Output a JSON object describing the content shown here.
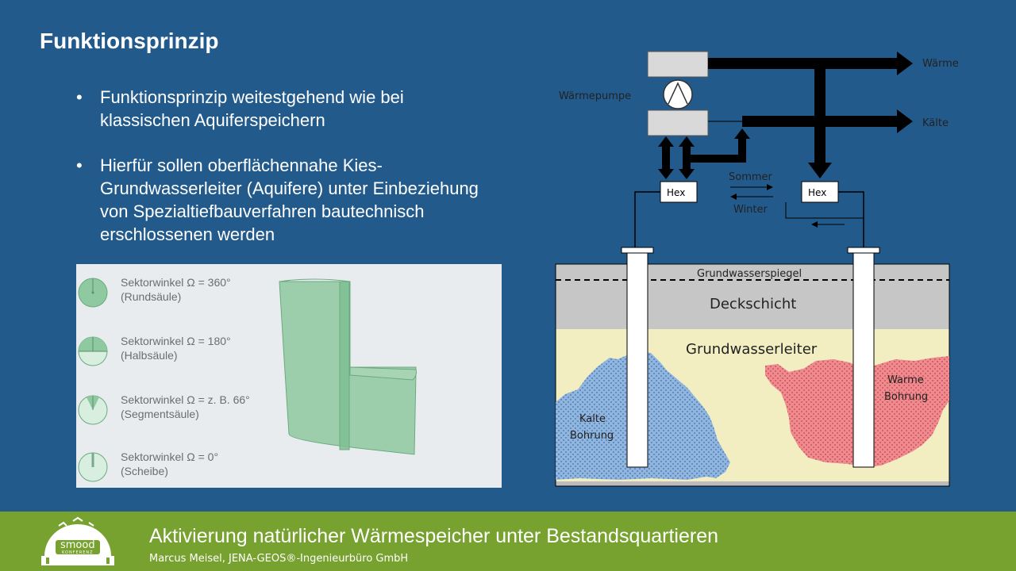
{
  "slide": {
    "title": "Funktionsprinzip",
    "bullets": [
      "Funktionsprinzip weitestgehend wie bei klassischen Aquiferspeichern",
      "Hierfür sollen oberflächennahe Kies-Grundwasserleiter (Aquifere) unter Einbeziehung von Spezialtiefbauverfahren bautechnisch erschlossenen werden"
    ],
    "bullet_glyph": "•"
  },
  "sectors": [
    {
      "line1": "Sektorwinkel Ω = 360°",
      "line2": "(Rundsäule)"
    },
    {
      "line1": "Sektorwinkel Ω = 180°",
      "line2": "(Halbsäule)"
    },
    {
      "line1": "Sektorwinkel Ω = z. B. 66°",
      "line2": "(Segmentsäule)"
    },
    {
      "line1": "Sektorwinkel Ω = 0°",
      "line2": "(Scheibe)"
    }
  ],
  "diagram": {
    "waermepumpe": "Wärmepumpe",
    "waerme": "Wärme",
    "kaelte": "Kälte",
    "hex_left": "Hex",
    "hex_right": "Hex",
    "sommer": "Sommer",
    "winter": "Winter",
    "grundwasserspiegel": "Grundwasserspiegel",
    "deckschicht": "Deckschicht",
    "grundwasserleiter": "Grundwasserleiter",
    "kalte_1": "Kalte",
    "kalte_2": "Bohrung",
    "warme_1": "Warme",
    "warme_2": "Bohrung"
  },
  "footer": {
    "title": "Aktivierung natürlicher Wärmespeicher unter Bestandsquartieren",
    "subtitle": "Marcus Meisel, JENA-GEOS®-Ingenieurbüro GmbH",
    "logo_line1": "smood",
    "logo_line2": "KONFERENZ"
  },
  "colors": {
    "background": "#235a8c",
    "footer": "#78a22f",
    "sector_green": "#8fc9a0",
    "aquifer": "#f2eec2",
    "cold_zone": "#8fb6e0",
    "warm_zone": "#f08a8e",
    "cover_layer": "#c6c6c6"
  }
}
